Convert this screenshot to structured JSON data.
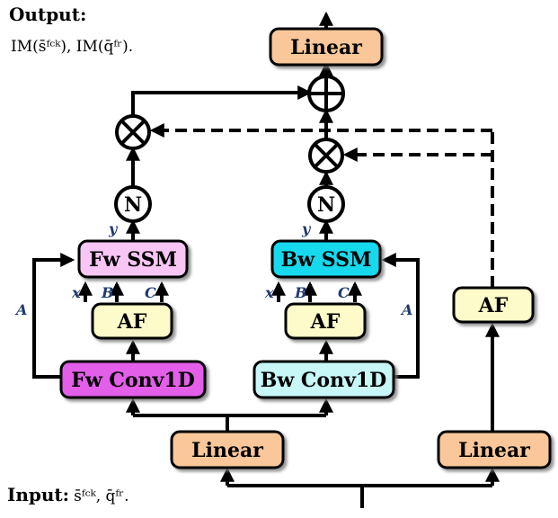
{
  "output": {
    "title": "Output:",
    "formula": "IM(s̄ᶠᶜᵏ), IM(q̄ᶠʳ)."
  },
  "input": {
    "label": "Input:",
    "formula": "s̄ᶠᶜᵏ, q̄ᶠʳ."
  },
  "blocks": {
    "linear_top": "Linear",
    "fw_ssm": "Fw SSM",
    "bw_ssm": "Bw SSM",
    "fw_conv": "Fw Conv1D",
    "bw_conv": "Bw Conv1D",
    "af_fw": "AF",
    "af_bw": "AF",
    "af_right": "AF",
    "linear_bottom_left": "Linear",
    "linear_bottom_right": "Linear",
    "norm_fw": "N",
    "norm_bw": "N"
  },
  "labels": {
    "y_fw": "y",
    "y_bw": "y",
    "x_fw": "x",
    "b_fw": "B",
    "c_fw": "C",
    "x_bw": "x",
    "b_bw": "B",
    "c_bw": "C",
    "a_fw": "A",
    "a_bw": "A"
  },
  "colors": {
    "linear": "#f9c79a",
    "af": "#fdfbc9",
    "fw_ssm": "#f8c6f5",
    "bw_ssm": "#14d9ee",
    "fw_conv": "#e35fe9",
    "bw_conv": "#c8f7f8"
  }
}
